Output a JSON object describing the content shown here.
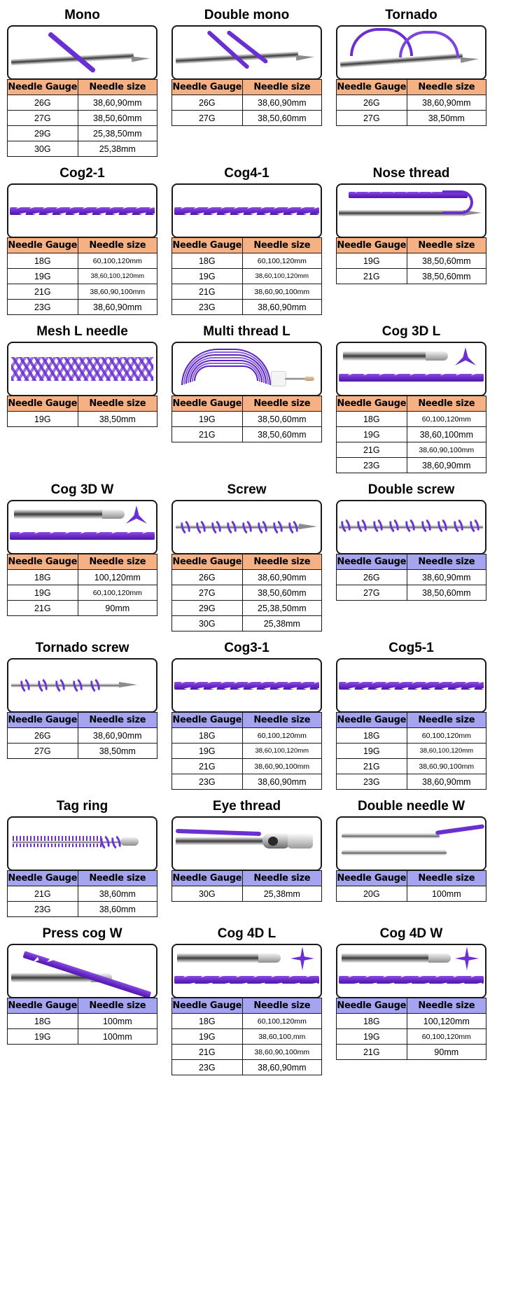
{
  "table_headers": {
    "gauge": "Needle Gauge",
    "size": "Needle size"
  },
  "cards": [
    {
      "title": "Mono",
      "header_color": "orange",
      "art": "mono",
      "rows": [
        [
          "26G",
          "38,60,90mm"
        ],
        [
          "27G",
          "38,50,60mm"
        ],
        [
          "29G",
          "25,38,50mm"
        ],
        [
          "30G",
          "25,38mm"
        ]
      ]
    },
    {
      "title": "Double mono",
      "header_color": "orange",
      "art": "double-mono",
      "rows": [
        [
          "26G",
          "38,60,90mm"
        ],
        [
          "27G",
          "38,50,60mm"
        ]
      ]
    },
    {
      "title": "Tornado",
      "header_color": "orange",
      "art": "tornado",
      "rows": [
        [
          "26G",
          "38,60,90mm"
        ],
        [
          "27G",
          "38,50mm"
        ]
      ]
    },
    {
      "title": "Cog2-1",
      "header_color": "orange",
      "art": "cog-bar",
      "rows": [
        [
          "18G",
          "60,100,120mm"
        ],
        [
          "19G",
          "38,60,100,120mm"
        ],
        [
          "21G",
          "38,60,90,100mm"
        ],
        [
          "23G",
          "38,60,90mm"
        ]
      ]
    },
    {
      "title": "Cog4-1",
      "header_color": "orange",
      "art": "cog-bar",
      "rows": [
        [
          "18G",
          "60,100,120mm"
        ],
        [
          "19G",
          "38,60,100,120mm"
        ],
        [
          "21G",
          "38,60,90,100mm"
        ],
        [
          "23G",
          "38,60,90mm"
        ]
      ]
    },
    {
      "title": "Nose thread",
      "header_color": "orange",
      "art": "nose-thread",
      "rows": [
        [
          "19G",
          "38,50,60mm"
        ],
        [
          "21G",
          "38,50,60mm"
        ]
      ]
    },
    {
      "title": "Mesh L needle",
      "header_color": "orange",
      "art": "mesh",
      "rows": [
        [
          "19G",
          "38,50mm"
        ]
      ]
    },
    {
      "title": "Multi thread L",
      "header_color": "orange",
      "art": "multi-thread",
      "rows": [
        [
          "19G",
          "38,50,60mm"
        ],
        [
          "21G",
          "38,50,60mm"
        ]
      ]
    },
    {
      "title": "Cog 3D L",
      "header_color": "orange",
      "art": "cog3d",
      "rows": [
        [
          "18G",
          "60,100,120mm"
        ],
        [
          "19G",
          "38,60,100mm"
        ],
        [
          "21G",
          "38,60,90,100mm"
        ],
        [
          "23G",
          "38,60,90mm"
        ]
      ]
    },
    {
      "title": "Cog 3D W",
      "header_color": "orange",
      "art": "cog3dw",
      "rows": [
        [
          "18G",
          "100,120mm"
        ],
        [
          "19G",
          "60,100,120mm"
        ],
        [
          "21G",
          "90mm"
        ]
      ]
    },
    {
      "title": "Screw",
      "header_color": "orange",
      "art": "screw",
      "rows": [
        [
          "26G",
          "38,60,90mm"
        ],
        [
          "27G",
          "38,50,60mm"
        ],
        [
          "29G",
          "25,38,50mm"
        ],
        [
          "30G",
          "25,38mm"
        ]
      ]
    },
    {
      "title": "Double screw",
      "header_color": "purple",
      "art": "double-screw",
      "rows": [
        [
          "26G",
          "38,60,90mm"
        ],
        [
          "27G",
          "38,50,60mm"
        ]
      ]
    },
    {
      "title": "Tornado screw",
      "header_color": "purple",
      "art": "tornado-screw",
      "rows": [
        [
          "26G",
          "38,60,90mm"
        ],
        [
          "27G",
          "38,50mm"
        ]
      ]
    },
    {
      "title": "Cog3-1",
      "header_color": "purple",
      "art": "cog-bar",
      "rows": [
        [
          "18G",
          "60,100,120mm"
        ],
        [
          "19G",
          "38,60,100,120mm"
        ],
        [
          "21G",
          "38,60,90,100mm"
        ],
        [
          "23G",
          "38,60,90mm"
        ]
      ]
    },
    {
      "title": "Cog5-1",
      "header_color": "purple",
      "art": "cog-bar",
      "rows": [
        [
          "18G",
          "60,100,120mm"
        ],
        [
          "19G",
          "38,60,100,120mm"
        ],
        [
          "21G",
          "38,60,90,100mm"
        ],
        [
          "23G",
          "38,60,90mm"
        ]
      ]
    },
    {
      "title": "Tag ring",
      "header_color": "purple",
      "art": "tag-ring",
      "rows": [
        [
          "21G",
          "38,60mm"
        ],
        [
          "23G",
          "38,60mm"
        ]
      ]
    },
    {
      "title": "Eye thread",
      "header_color": "purple",
      "art": "eye-thread",
      "rows": [
        [
          "30G",
          "25,38mm"
        ]
      ]
    },
    {
      "title": "Double needle W",
      "header_color": "purple",
      "art": "double-needle",
      "rows": [
        [
          "20G",
          "100mm"
        ]
      ]
    },
    {
      "title": "Press cog W",
      "header_color": "purple",
      "art": "press-cog",
      "rows": [
        [
          "18G",
          "100mm"
        ],
        [
          "19G",
          "100mm"
        ]
      ]
    },
    {
      "title": "Cog 4D L",
      "header_color": "purple",
      "art": "cog4dl",
      "rows": [
        [
          "18G",
          "60,100,120mm"
        ],
        [
          "19G",
          "38,60,100,mm"
        ],
        [
          "21G",
          "38,60,90,100mm"
        ],
        [
          "23G",
          "38,60,90mm"
        ]
      ]
    },
    {
      "title": "Cog 4D W",
      "header_color": "purple",
      "art": "cog4dw",
      "rows": [
        [
          "18G",
          "100,120mm"
        ],
        [
          "19G",
          "60,100,120mm"
        ],
        [
          "21G",
          "90mm"
        ]
      ]
    }
  ],
  "colors": {
    "header_orange": "#f5b183",
    "header_purple": "#a5a5ef",
    "thread_purple": "#6a2fd0",
    "border": "#1a1a1a"
  }
}
